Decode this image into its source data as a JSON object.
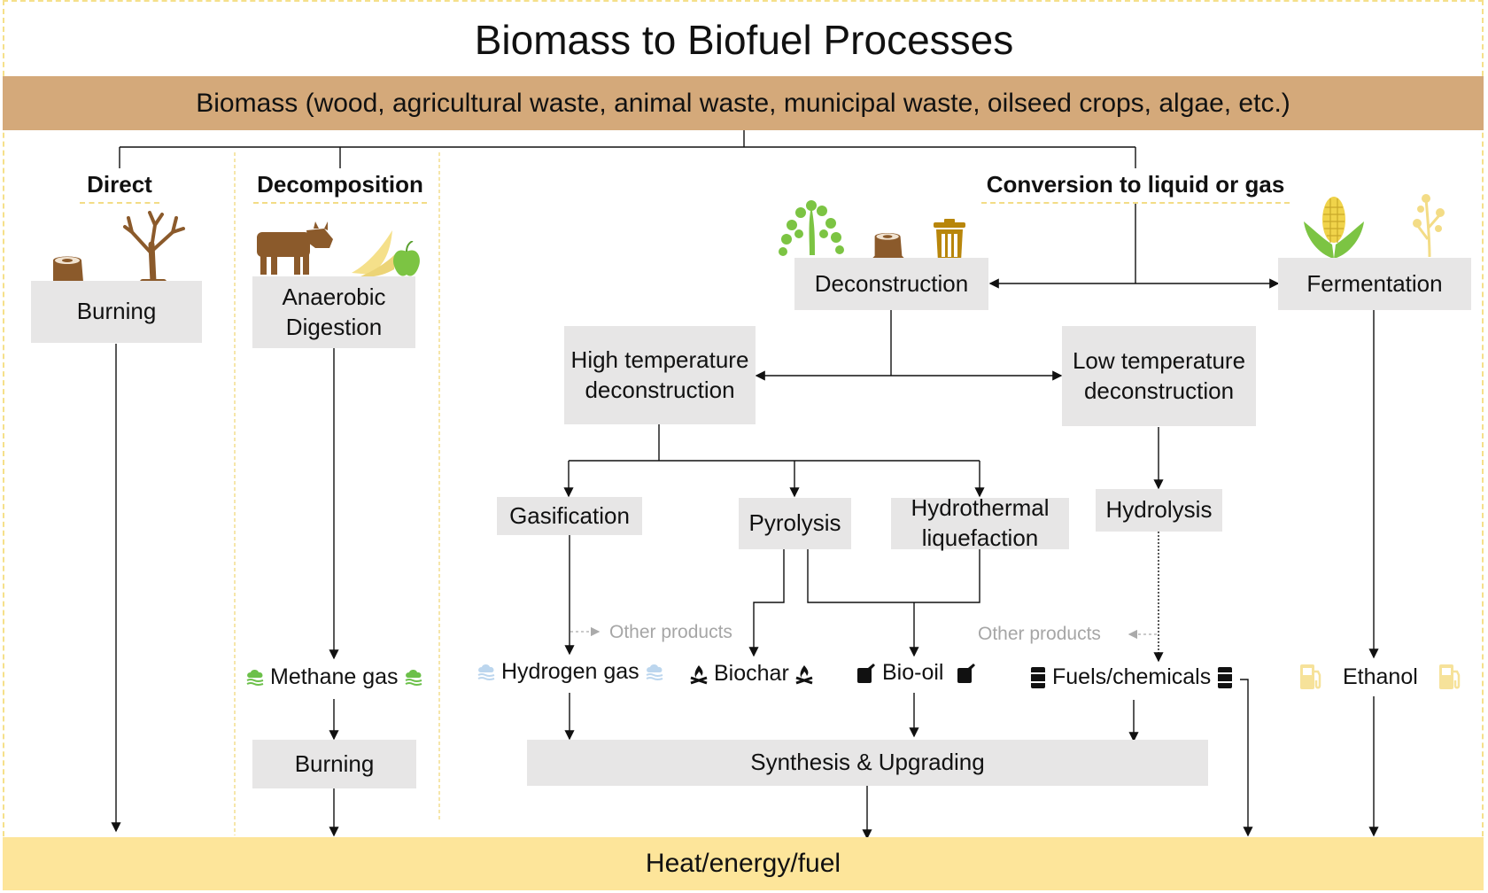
{
  "title": "Biomass to Biofuel Processes",
  "input_band": "Biomass (wood, agricultural waste, animal waste, municipal waste, oilseed crops, algae, etc.)",
  "output_band": "Heat/energy/fuel",
  "categories": {
    "direct": "Direct",
    "decomposition": "Decomposition",
    "conversion": "Conversion to liquid or gas"
  },
  "processes": {
    "burning_direct": "Burning",
    "anaerobic_digestion": "Anaerobic Digestion",
    "burning_methane": "Burning",
    "deconstruction": "Deconstruction",
    "fermentation": "Fermentation",
    "high_temp": "High temperature deconstruction",
    "low_temp": "Low temperature deconstruction",
    "gasification": "Gasification",
    "pyrolysis": "Pyrolysis",
    "hydrothermal": "Hydrothermal liquefaction",
    "hydrolysis": "Hydrolysis",
    "synthesis": "Synthesis & Upgrading"
  },
  "products": {
    "methane": "Methane gas",
    "hydrogen": "Hydrogen gas",
    "biochar": "Biochar",
    "biooil": "Bio-oil",
    "fuels": "Fuels/chemicals",
    "ethanol": "Ethanol"
  },
  "other_products": [
    "Other products",
    "Other products"
  ],
  "icons": {
    "burning": [
      "tree-stump-icon",
      "bare-tree-icon"
    ],
    "digestion": [
      "cow-icon",
      "banana-peel-icon",
      "apple-icon"
    ],
    "deconstruction": [
      "algae-icon",
      "tree-stump-icon",
      "trash-can-icon"
    ],
    "fermentation": [
      "corn-icon",
      "flowering-plant-icon"
    ],
    "gas": "gas-cloud-icon",
    "fire": "campfire-icon",
    "oil": "oil-can-icon",
    "barrel": "oil-barrel-icon",
    "fuel": "fuel-pump-icon"
  },
  "colors": {
    "biomass_band": "#d4a97a",
    "energy_band": "#fde59a",
    "process_box": "#e7e6e6",
    "brown": "#8b5a2b",
    "green": "#7cc443",
    "gas_green": "#6cc04a",
    "gas_blue": "#bcd6ee",
    "fuel_yellow": "#f6e29a",
    "muted": "#a6a6a6"
  }
}
